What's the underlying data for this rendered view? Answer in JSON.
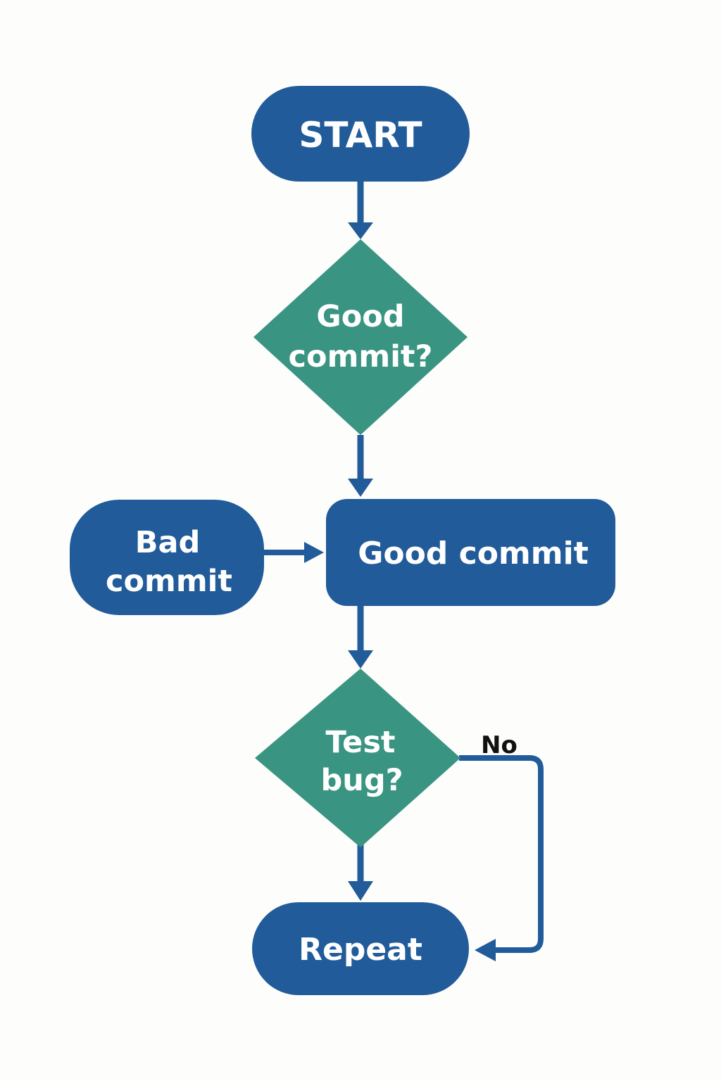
{
  "diagram": {
    "colors": {
      "terminal": "#215b9a",
      "process": "#215b9a",
      "decision": "#3a9482",
      "edge": "#215b9a",
      "text": "#ffffff",
      "label": "#111111",
      "background": "#fdfdfb"
    },
    "nodes": {
      "start": {
        "label": "START",
        "shape": "terminal"
      },
      "decision_good_commit": {
        "line1": "Good",
        "line2": "commit?",
        "shape": "decision"
      },
      "bad_commit": {
        "line1": "Bad",
        "line2": "commit",
        "shape": "terminal"
      },
      "good_commit": {
        "label": "Good commit",
        "shape": "process"
      },
      "decision_test_bug": {
        "line1": "Test",
        "line2": "bug?",
        "shape": "decision"
      },
      "repeat": {
        "label": "Repeat",
        "shape": "terminal"
      }
    },
    "edges": [
      {
        "from": "start",
        "to": "decision_good_commit",
        "label": ""
      },
      {
        "from": "decision_good_commit",
        "to": "good_commit",
        "label": ""
      },
      {
        "from": "bad_commit",
        "to": "good_commit",
        "label": ""
      },
      {
        "from": "good_commit",
        "to": "decision_test_bug",
        "label": ""
      },
      {
        "from": "decision_test_bug",
        "to": "repeat",
        "label": ""
      },
      {
        "from": "decision_test_bug",
        "to": "repeat",
        "label": "No"
      }
    ],
    "edge_labels": {
      "no": "No"
    }
  }
}
